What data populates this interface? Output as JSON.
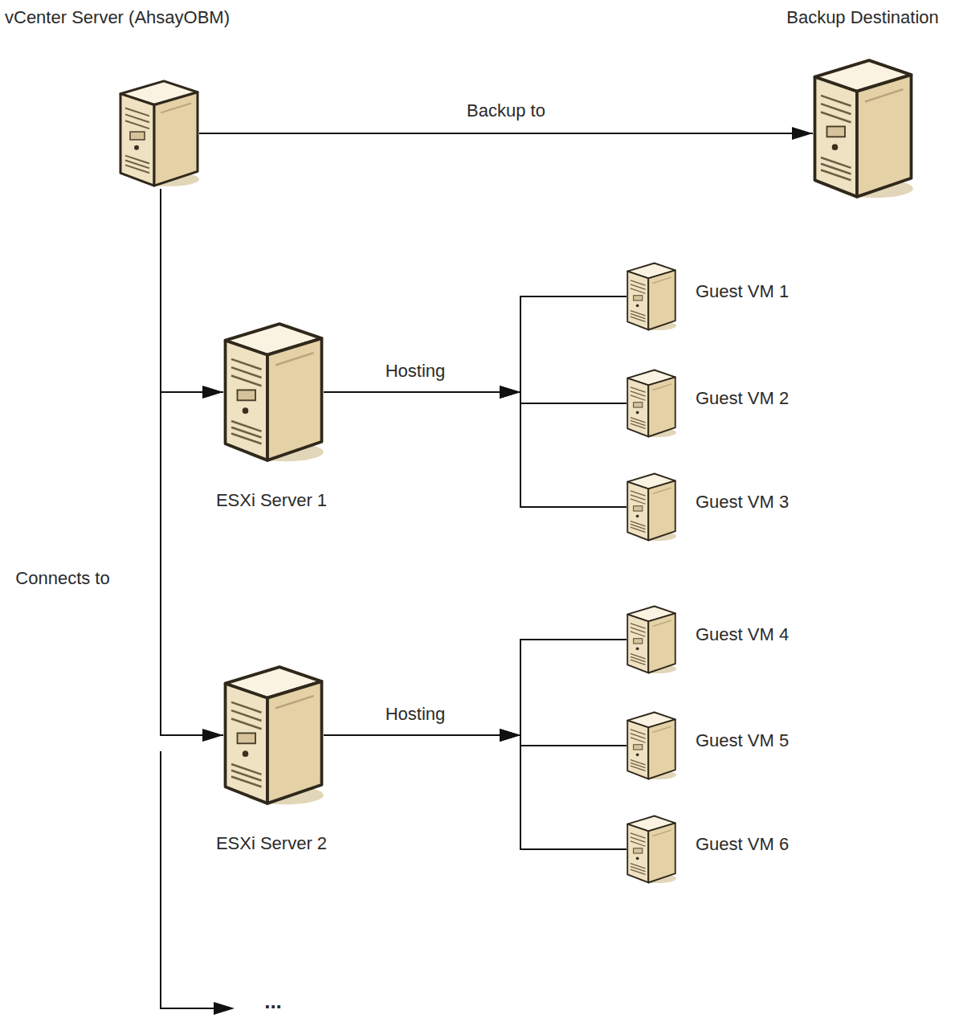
{
  "diagram": {
    "nodes": [
      {
        "text": [
          "vCenter Server (AhsayOBM)"
        ]
      },
      {
        "text": [
          "Backup Destination"
        ]
      },
      {
        "text": [
          "ESXi Server 1"
        ]
      },
      {
        "text": [
          "Guest VM 1"
        ]
      },
      {
        "text": [
          "Guest VM 2"
        ]
      },
      {
        "text": [
          "Guest VM 3"
        ]
      },
      {
        "text": [
          "ESXi Server 2"
        ]
      },
      {
        "text": [
          "Guest VM 4"
        ]
      },
      {
        "text": [
          "Guest VM 5"
        ]
      },
      {
        "text": [
          "Guest VM 6"
        ]
      }
    ],
    "edges": [
      {
        "from": 0,
        "to": 1,
        "label": "Backup to",
        "arrow": "to"
      },
      {
        "from": 0,
        "to": 2,
        "arrow": "to"
      },
      {
        "from": 0,
        "to": 6,
        "label": "Connects to",
        "arrow": "to"
      },
      {
        "from": 2,
        "to": 3,
        "arrow": "to"
      },
      {
        "from": 2,
        "to": 4,
        "label": "Hosting",
        "arrow": "to"
      },
      {
        "from": 2,
        "to": 5,
        "arrow": "to"
      },
      {
        "from": 6,
        "to": 7,
        "arrow": "to"
      },
      {
        "from": 6,
        "to": 8,
        "label": "Hosting",
        "arrow": "to"
      },
      {
        "from": 6,
        "to": 9,
        "arrow": "to"
      }
    ],
    "labels": [
      "..."
    ]
  }
}
